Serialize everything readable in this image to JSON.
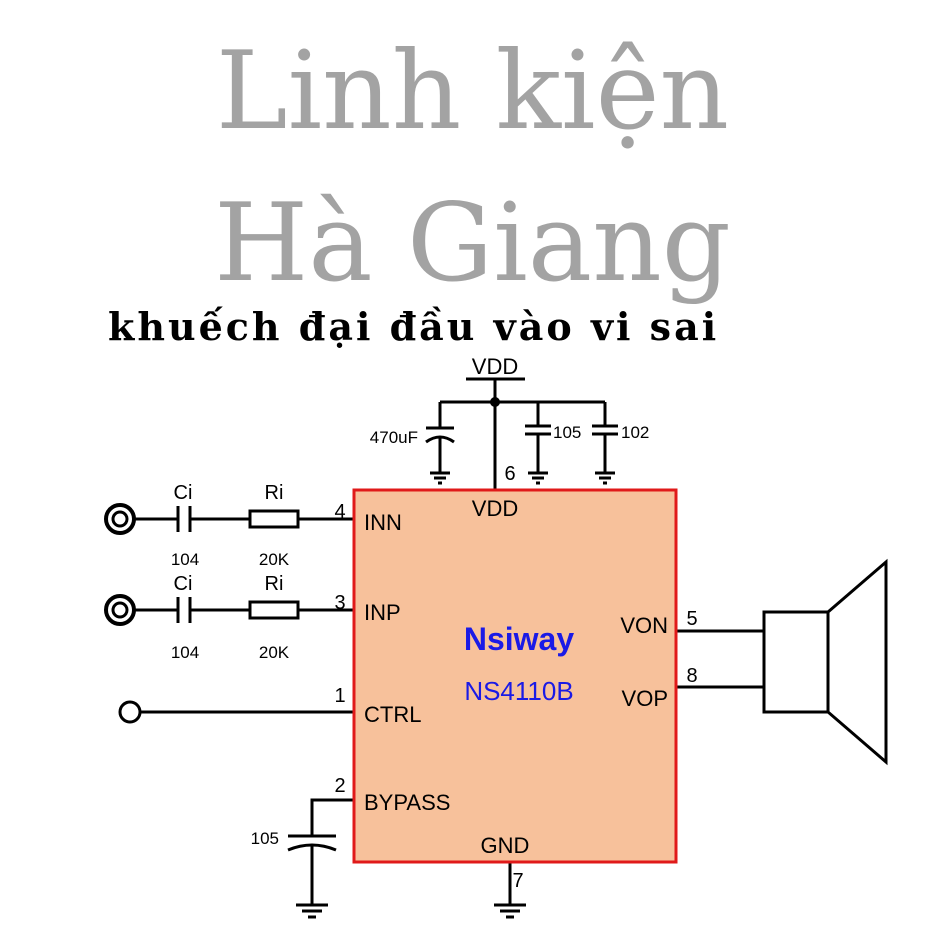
{
  "watermark": {
    "line1": "Linh kiện",
    "line2": "Hà Giang"
  },
  "subtitle": "khuếch đại đầu vào vi sai",
  "colors": {
    "chip_fill": "#f7c19b",
    "chip_border": "#e01a1a",
    "brand": "#1a1ae6",
    "wire": "#000000",
    "watermark": "#a3a3a3"
  },
  "icons": [
    "input-jack-icon",
    "capacitor-icon",
    "resistor-icon",
    "ground-icon",
    "speaker-icon"
  ],
  "supply": {
    "rail_label": "VDD",
    "caps": [
      "470uF",
      "105",
      "102"
    ]
  },
  "chip": {
    "brand": "Nsiway",
    "part": "NS4110B",
    "pins": [
      {
        "num": "4",
        "name": "INN"
      },
      {
        "num": "3",
        "name": "INP"
      },
      {
        "num": "1",
        "name": "CTRL"
      },
      {
        "num": "2",
        "name": "BYPASS"
      },
      {
        "num": "6",
        "name": "VDD"
      },
      {
        "num": "7",
        "name": "GND"
      },
      {
        "num": "5",
        "name": "VON"
      },
      {
        "num": "8",
        "name": "VOP"
      }
    ]
  },
  "inputs": [
    {
      "cap_name": "Ci",
      "cap_value": "104",
      "res_name": "Ri",
      "res_value": "20K"
    },
    {
      "cap_name": "Ci",
      "cap_value": "104",
      "res_name": "Ri",
      "res_value": "20K"
    }
  ],
  "bypass_cap": "105"
}
